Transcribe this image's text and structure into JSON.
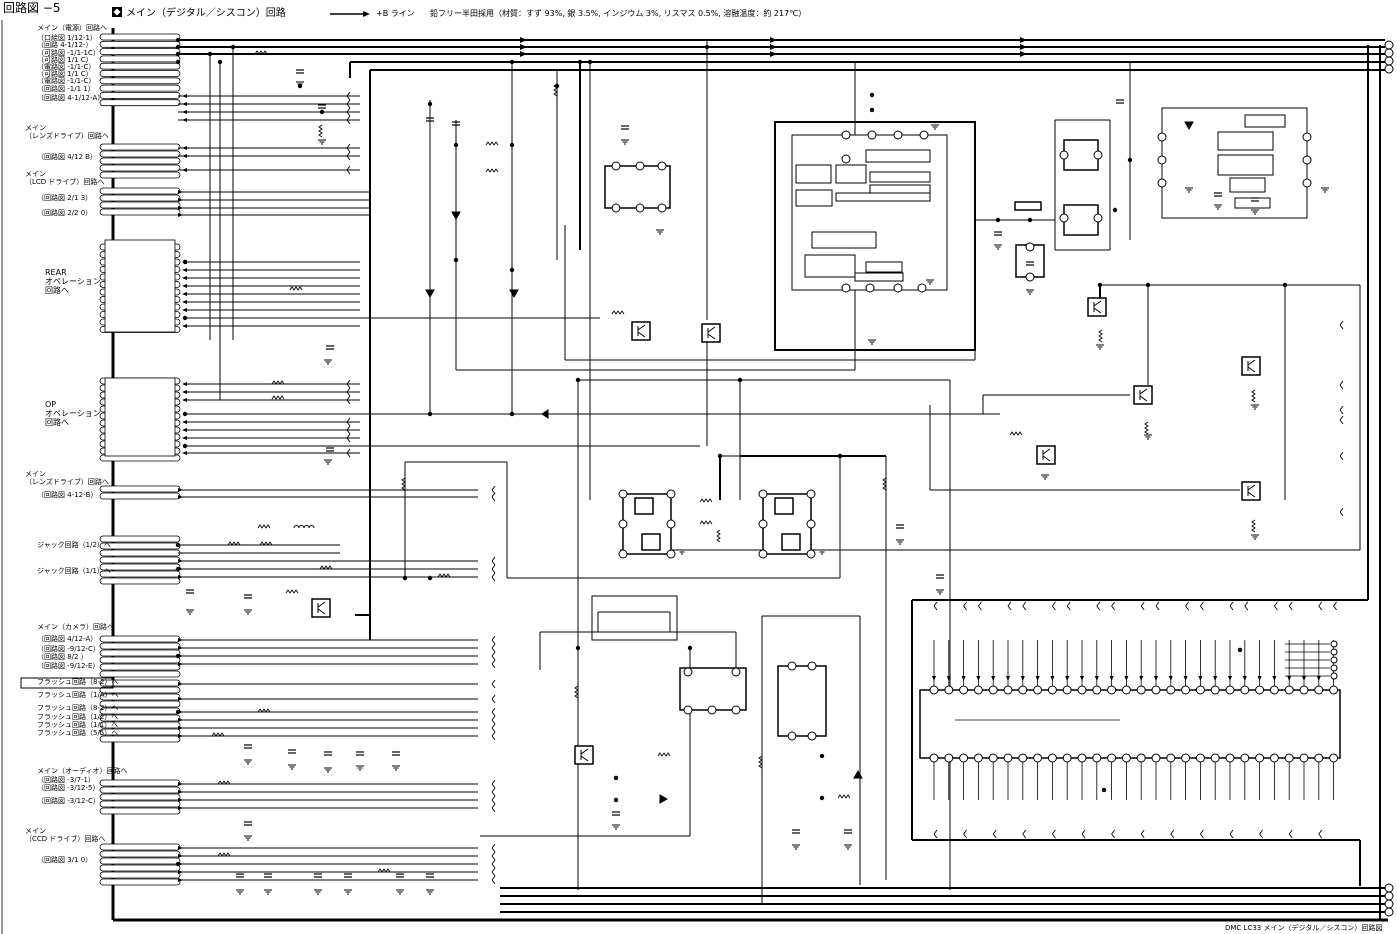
{
  "header": {
    "page_title": "回路図 −5",
    "section_title": "メイン（デジタル／シスコン）回路",
    "legend_b_line": "+B ライン",
    "solder_note": "鉛フリー半田採用（材質：すず 93%, 銀 3.5%, インジウム 3%, リスマス 0.5%, 溶融温度：約 217℃）"
  },
  "footer": {
    "caption": "DMC LC33 メイン（デジタル／シスコン）回路図"
  },
  "connector_groups": [
    {
      "lines": [
        "メイン（電源）回路へ"
      ]
    },
    {
      "lines": [
        "（口絵図 1/12-1）"
      ]
    },
    {
      "lines": [
        "（回路 4-1/12-）"
      ]
    },
    {
      "lines": [
        "（可路図 -1/1-1C）"
      ]
    },
    {
      "lines": [
        "（可路図 1/1 C）"
      ]
    },
    {
      "lines": [
        "（電路図 -1/1-C）"
      ]
    },
    {
      "lines": [
        "（可路図 1/1 C）"
      ]
    },
    {
      "lines": [
        "（電路図 -1/1-C）"
      ]
    },
    {
      "lines": [
        "（回路図 -1/1 1）"
      ]
    },
    {
      "lines": [
        "（回路図 4-1/12-A）"
      ]
    },
    {
      "lines": [
        "メイン",
        "（レンズドライブ）回路へ"
      ]
    },
    {
      "lines": [
        "（回路図 4/12 B）"
      ]
    },
    {
      "lines": [
        "メイン",
        "（LCD ドライブ）回路へ"
      ]
    },
    {
      "lines": [
        "（回路図 2/1 3）"
      ]
    },
    {
      "lines": [
        "（回路図 2/2 0）"
      ]
    },
    {
      "lines": [
        "REAR",
        "オペレーション",
        "回路へ"
      ]
    },
    {
      "lines": [
        "OP",
        "オペレーション",
        "回路へ"
      ]
    },
    {
      "lines": [
        "メイン",
        "（レンズドライブ）回路へ"
      ]
    },
    {
      "lines": [
        "（回路図 4-12-B）"
      ]
    },
    {
      "lines": [
        "ジャック回路（1/2）へ"
      ]
    },
    {
      "lines": [
        "ジャック回路（1/1）へ"
      ]
    },
    {
      "lines": [
        "メイン（カメラ）回路へ"
      ]
    },
    {
      "lines": [
        "（回路図 4/12-A）"
      ]
    },
    {
      "lines": [
        "（回路図 -9/12-C）"
      ]
    },
    {
      "lines": [
        "（回路図 8/2 ）"
      ]
    },
    {
      "lines": [
        "（回路図 -9/12-E）"
      ]
    },
    {
      "lines": [
        "フラッシュ回路（8-2）へ"
      ]
    },
    {
      "lines": [
        "フラッシュ回路（1/A）へ"
      ]
    },
    {
      "lines": [
        "フラッシュ回路（8-2）へ"
      ]
    },
    {
      "lines": [
        "フラッシュ回路（1/2）へ"
      ]
    },
    {
      "lines": [
        "フラッシュ回路（1/1）へ"
      ]
    },
    {
      "lines": [
        "フラッシュ回路（5/5）へ"
      ]
    },
    {
      "lines": [
        "メイン（オーディオ）回路へ"
      ]
    },
    {
      "lines": [
        "（回路図 -3/7-1）"
      ]
    },
    {
      "lines": [
        "（回路図 -3/12-5）"
      ]
    },
    {
      "lines": [
        "（回路図 -3/12-C）"
      ]
    },
    {
      "lines": [
        "メイン",
        "（CCD ドライブ）回路へ"
      ]
    },
    {
      "lines": [
        "（回路図 3/1 0）"
      ]
    }
  ]
}
